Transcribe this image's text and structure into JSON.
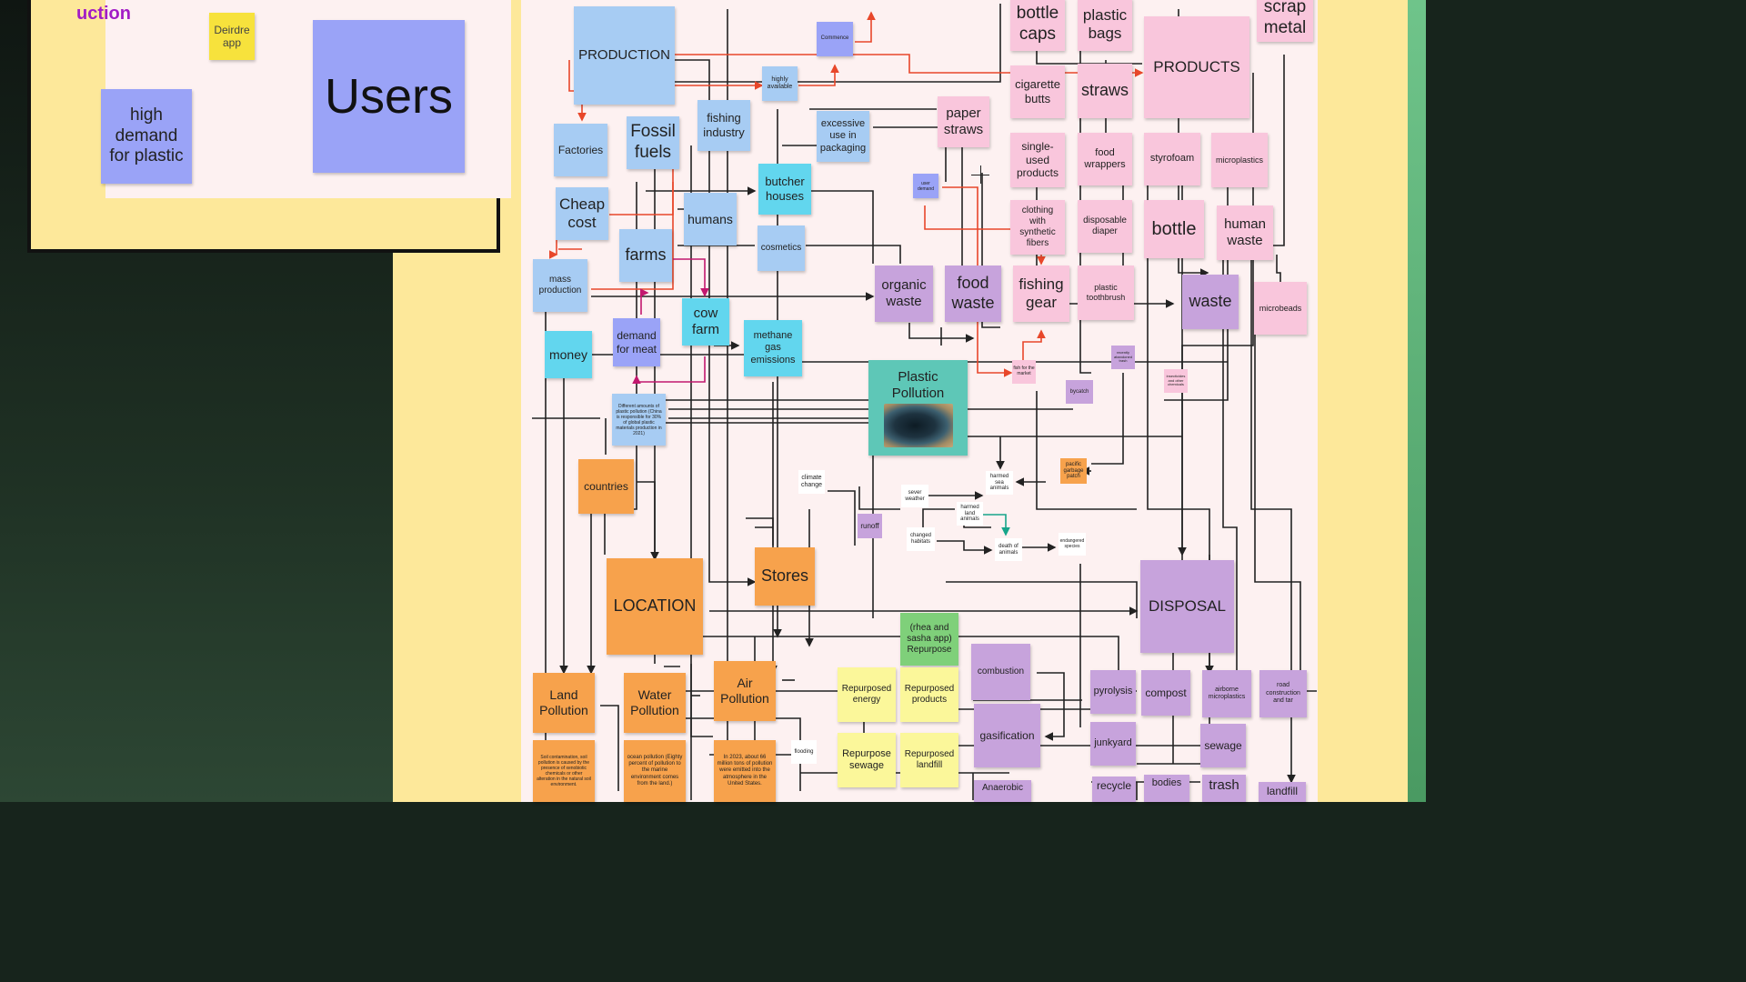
{
  "frame": {
    "title": "uction",
    "notes": {
      "deirdre_app": "Deirdre app",
      "users": "Users",
      "high_demand": "high demand for plastic"
    }
  },
  "board": {
    "production": {
      "production": "PRODUCTION",
      "commence": "Commence",
      "highly_available": "highly available",
      "factories": "Factories",
      "fossil_fuels": "Fossil fuels",
      "fishing_industry": "fishing industry",
      "excessive_packaging": "excessive use in packaging",
      "paper_straws": "paper straws",
      "butcher_houses": "butcher houses",
      "user_demand": "user demand",
      "cheap_cost": "Cheap cost",
      "humans": "humans",
      "cosmetics": "cosmetics",
      "farms": "farms",
      "mass_production": "mass production",
      "money": "money",
      "demand_for_meat": "demand for meat",
      "cow_farm": "cow farm",
      "methane_gas": "methane gas emissions",
      "different_amounts": "Different amounts of plastic pollution (China is responsible for 30% of global plastic materials production in 2021)",
      "countries": "countries"
    },
    "products": {
      "bottle_caps": "bottle caps",
      "plastic_bags": "plastic bags",
      "scrap_metal": "scrap metal",
      "products": "PRODUCTS",
      "cigarette_butts": "cigarette butts",
      "straws": "straws",
      "single_used": "single-used products",
      "food_wrappers": "food wrappers",
      "styrofoam": "styrofoam",
      "microplastics": "microplastics",
      "clothing": "clothing with synthetic fibers",
      "disposable_diaper": "disposable diaper",
      "bottle": "bottle",
      "human_waste": "human waste",
      "organic_waste": "organic waste",
      "food_waste": "food waste",
      "fishing_gear": "fishing gear",
      "plastic_toothbrush": "plastic toothbrush",
      "waste": "waste",
      "microbeads": "microbeads",
      "fish_market": "fish for the market",
      "recently_abandoned": "recently abandoned trash",
      "bycatch": "bycatch",
      "insecticides": "insecticides and other chemicals"
    },
    "effects": {
      "plastic_pollution": "Plastic Pollution",
      "pacific_garbage": "pacific garbage patch",
      "climate_change": "climate change",
      "harmed_sea_animals": "harmed sea animals",
      "sever_weather": "sever weather",
      "harmed_land_animals": "harmed land animals",
      "runoff": "runoff",
      "changed_habitats": "changed habitats",
      "death_of_animals": "death of animals",
      "endangered_species": "endangered species"
    },
    "location": {
      "stores": "Stores",
      "location": "LOCATION",
      "land_pollution": "Land Pollution",
      "water_pollution": "Water Pollution",
      "air_pollution": "Air Pollution",
      "soil_text": "Soil contamination, soil pollution is caused by the presence of xenobiotic chemicals or other alteration in the natural soil environment.",
      "ocean_text": "ocean pollution (Eighty percent of pollution to the marine environment comes from the land.)",
      "air_text": "In 2023, about 66 million tons of pollution were emitted into the atmosphere in the United States.",
      "flooding": "flooding"
    },
    "repurpose": {
      "rhea_sasha": "(rhea and sasha app) Repurpose",
      "energy": "Repurposed energy",
      "products": "Repurposed products",
      "sewage": "Repurpose sewage",
      "landfill": "Repurposed landfill"
    },
    "disposal": {
      "disposal": "DISPOSAL",
      "combustion": "combustion",
      "pyrolysis": "pyrolysis",
      "compost": "compost",
      "airborne": "airborne microplastics",
      "road": "road construction and tar",
      "gasification": "gasification",
      "junkyard": "junkyard",
      "sewage": "sewage",
      "anaerobic": "Anaerobic",
      "recycle": "recycle",
      "bodies": "bodies",
      "trash": "trash",
      "landfill": "landfill"
    }
  }
}
